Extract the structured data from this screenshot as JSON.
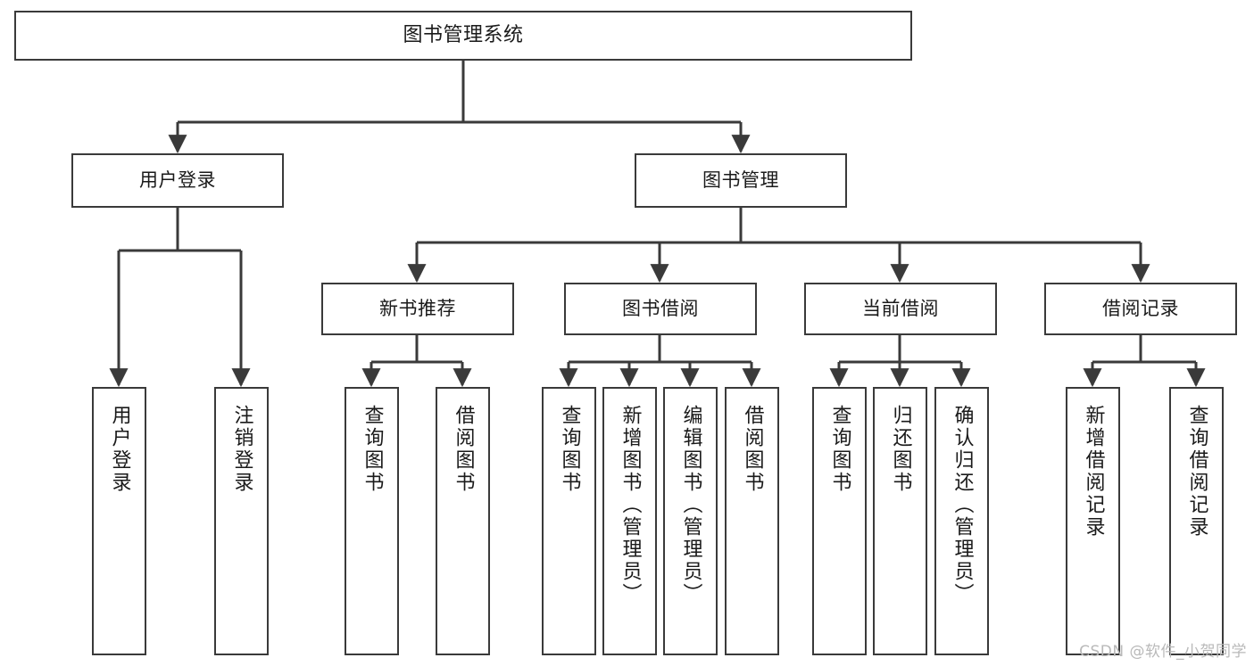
{
  "diagram": {
    "title": "图书管理系统",
    "type": "tree-hierarchy-chart",
    "watermark": "CSDN @软件_小贺同学",
    "colors": {
      "stroke": "#3a3a3a",
      "fill": "#ffffff",
      "text": "#1a1a1a",
      "watermark": "#b9b9b9"
    },
    "levels": {
      "root": {
        "label": "图书管理系统"
      },
      "level1": [
        {
          "id": "login",
          "label": "用户登录"
        },
        {
          "id": "book-mgmt",
          "label": "图书管理"
        }
      ],
      "level2": [
        {
          "id": "new-book-rec",
          "label": "新书推荐",
          "parent": "book-mgmt"
        },
        {
          "id": "book-borrow",
          "label": "图书借阅",
          "parent": "book-mgmt"
        },
        {
          "id": "current-borrow",
          "label": "当前借阅",
          "parent": "book-mgmt"
        },
        {
          "id": "borrow-record",
          "label": "借阅记录",
          "parent": "book-mgmt"
        }
      ],
      "leaves": [
        {
          "id": "leaf-1",
          "label": "用户登录",
          "parent": "login"
        },
        {
          "id": "leaf-2",
          "label": "注销登录",
          "parent": "login"
        },
        {
          "id": "leaf-3",
          "label": "查询图书",
          "parent": "new-book-rec"
        },
        {
          "id": "leaf-4",
          "label": "借阅图书",
          "parent": "new-book-rec"
        },
        {
          "id": "leaf-5",
          "label": "查询图书",
          "parent": "book-borrow"
        },
        {
          "id": "leaf-6",
          "label": "新增图书（管理员）",
          "parent": "book-borrow"
        },
        {
          "id": "leaf-7",
          "label": "编辑图书（管理员）",
          "parent": "book-borrow"
        },
        {
          "id": "leaf-8",
          "label": "借阅图书",
          "parent": "book-borrow"
        },
        {
          "id": "leaf-9",
          "label": "查询图书",
          "parent": "current-borrow"
        },
        {
          "id": "leaf-10",
          "label": "归还图书",
          "parent": "current-borrow"
        },
        {
          "id": "leaf-11",
          "label": "确认归还（管理员）",
          "parent": "current-borrow"
        },
        {
          "id": "leaf-12",
          "label": "新增借阅记录",
          "parent": "borrow-record"
        },
        {
          "id": "leaf-13",
          "label": "查询借阅记录",
          "parent": "borrow-record"
        }
      ]
    }
  }
}
